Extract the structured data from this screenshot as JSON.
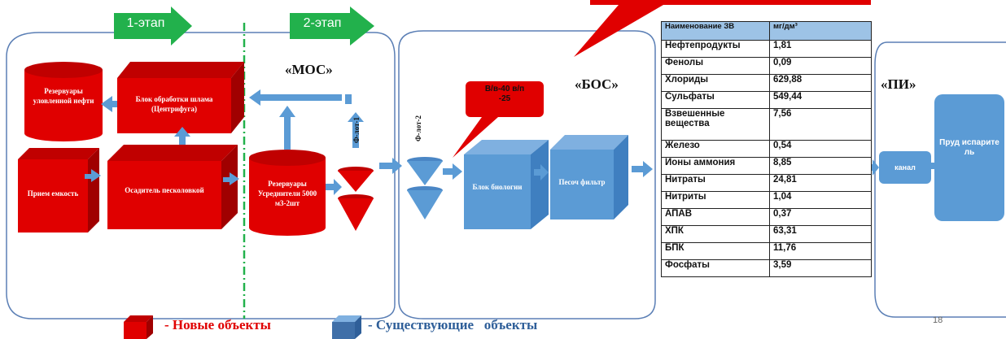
{
  "stages": {
    "stage1": "1-этап",
    "stage2": "2-этап"
  },
  "sections": {
    "mos": "«МОС»",
    "bos": "«БОС»",
    "pi": "«ПИ»"
  },
  "mos_blocks": {
    "oil_tank": "Резервуары уловленной нефти",
    "sludge_unit": "Блок обработки шлама (Центрифуга)",
    "receiving_tank": "Прием емкость",
    "sand_trap": "Осадитель песколовкой",
    "settling_tanks": "Резервуары Усреднители 5000 м3-2шт",
    "flotator1": "Ф-лот-1"
  },
  "bos_blocks": {
    "flotator2": "Ф-лот-2",
    "bio_block": "Блок биологии",
    "sand_filter": "Песоч фильтр",
    "callout": "В/в-40 в/п -25"
  },
  "pi_blocks": {
    "channel": "канал",
    "pond": "Пруд испарите ль"
  },
  "table": {
    "header": {
      "name": "Наименование ЗВ",
      "unit": "мг/дм³"
    },
    "rows": [
      {
        "name": "Нефтепродукты",
        "value": "1,81"
      },
      {
        "name": "Фенолы",
        "value": "0,09"
      },
      {
        "name": "Хлориды",
        "value": "629,88"
      },
      {
        "name": "Сульфаты",
        "value": "549,44"
      },
      {
        "name": "Взвешенные вещества",
        "value": "7,56"
      },
      {
        "name": "Железо",
        "value": "0,54"
      },
      {
        "name": "Ионы аммония",
        "value": "8,85"
      },
      {
        "name": "Нитраты",
        "value": "24,81"
      },
      {
        "name": "Нитриты",
        "value": "1,04"
      },
      {
        "name": "АПАВ",
        "value": "0,37"
      },
      {
        "name": "ХПК",
        "value": "63,31"
      },
      {
        "name": "БПК",
        "value": "11,76"
      },
      {
        "name": "Фосфаты",
        "value": "3,59"
      }
    ]
  },
  "legend": {
    "new": "- Новые объекты",
    "existing": "- Существующие   объекты"
  },
  "page_number": "18",
  "colors": {
    "new": "#e00000",
    "existing": "#5b9bd5",
    "stage_arrow": "#22b14c",
    "table_header": "#9dc3e6"
  }
}
